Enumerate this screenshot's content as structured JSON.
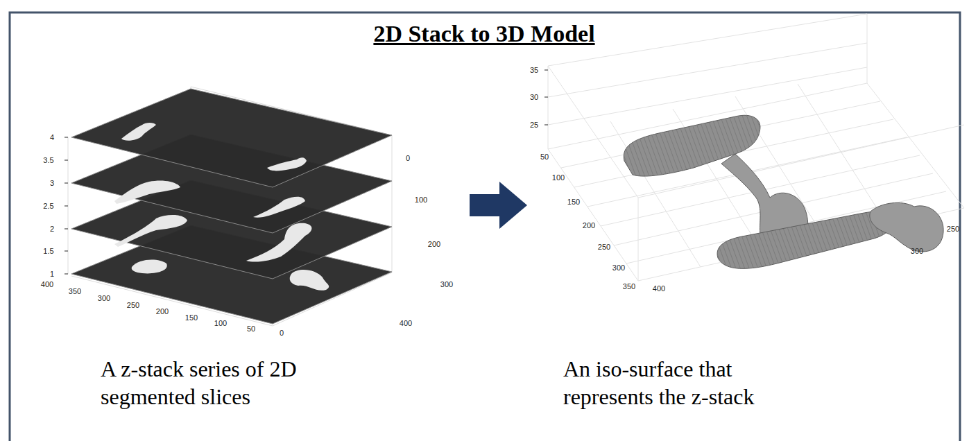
{
  "diagram": {
    "title": "2D Stack to 3D Model",
    "labels": [
      "4",
      "3.5",
      "3",
      "2.5",
      "2",
      "1.5",
      "1",
      "400",
      "350",
      "300",
      "250",
      "200",
      "150",
      "100",
      "50",
      "0",
      "0",
      "100",
      "200",
      "300",
      "400",
      "35",
      "30",
      "25",
      "50",
      "100",
      "150",
      "200",
      "250",
      "300",
      "350",
      "400",
      "300",
      "250",
      "A z-stack series of 2D segmented slices",
      "An iso-surface that represents the z-stack"
    ]
  }
}
